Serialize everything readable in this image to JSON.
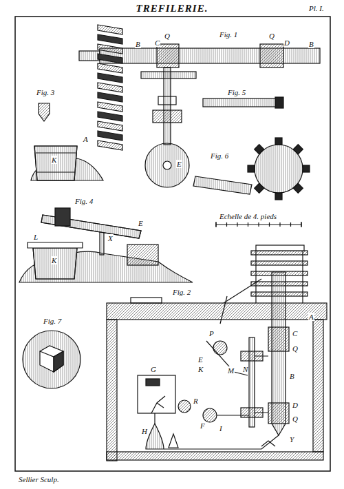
{
  "diagram": {
    "title": "TREFILERIE.",
    "labels": [
      "Pl. I.",
      "Fig. 1",
      "A",
      "B",
      "C",
      "Q",
      "Q",
      "D",
      "B",
      "E",
      "Fig. 3",
      "K",
      "Fig. 5",
      "Fig. 6",
      "Fig. 4",
      "E",
      "L",
      "X",
      "K",
      "Echelle de 4. pieds",
      "Fig. 2",
      "A",
      "C",
      "Q",
      "B",
      "D",
      "Q",
      "Y",
      "P",
      "E",
      "K",
      "M",
      "N",
      "G",
      "R",
      "F",
      "I",
      "H",
      "Fig. 7",
      "Sellier Sculp."
    ]
  }
}
